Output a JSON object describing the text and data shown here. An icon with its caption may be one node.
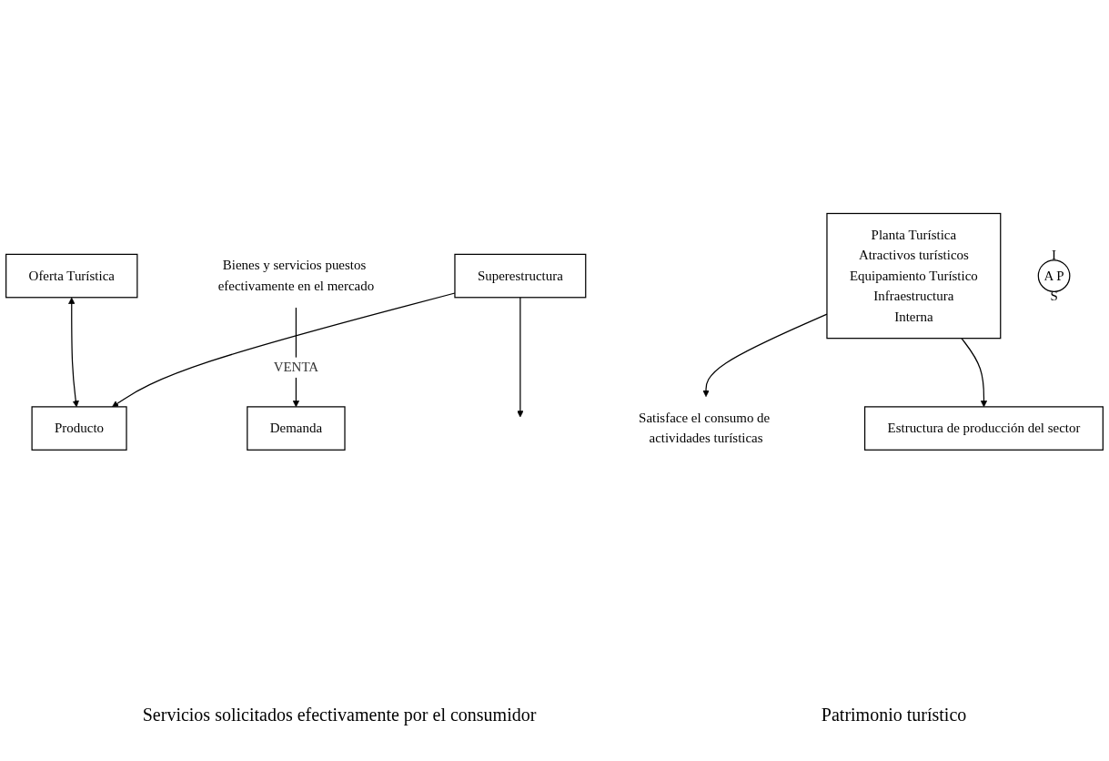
{
  "diagram": {
    "nodes": [
      {
        "text": [
          "Oferta Turística"
        ]
      },
      {
        "text": [
          "Producto"
        ]
      },
      {
        "text": [
          "Bienes y servicios puestos efectivamente en el mercado"
        ]
      },
      {
        "text": [
          "Superestructura"
        ]
      },
      {
        "text": [
          "Demanda"
        ]
      },
      {
        "text": [
          "Satisface el consumo de actividades turísticas"
        ]
      },
      {
        "text": [
          "Planta Turística",
          "Atractivos turísticos",
          "Equipamiento Turístico",
          "Infraestructura",
          "Interna"
        ]
      },
      {
        "text": [
          "Estructura de producción del sector"
        ]
      },
      {
        "text": [
          "I",
          "A",
          "P",
          "S"
        ]
      }
    ],
    "labels": [
      "Servicios solicitados efectivamente por el consumidor",
      "Patrimonio turístico"
    ],
    "edges": [
      {
        "from": 0,
        "to": 1,
        "arrow": "both"
      },
      {
        "from": 3,
        "to": 1,
        "arrow": "to"
      },
      {
        "from": 2,
        "to": 4,
        "arrow": "to",
        "label": "VENTA"
      },
      {
        "from": 3,
        "to": null,
        "arrow": "to"
      },
      {
        "from": 6,
        "to": 5,
        "arrow": "to"
      },
      {
        "from": 6,
        "to": 7,
        "arrow": "to"
      }
    ]
  }
}
